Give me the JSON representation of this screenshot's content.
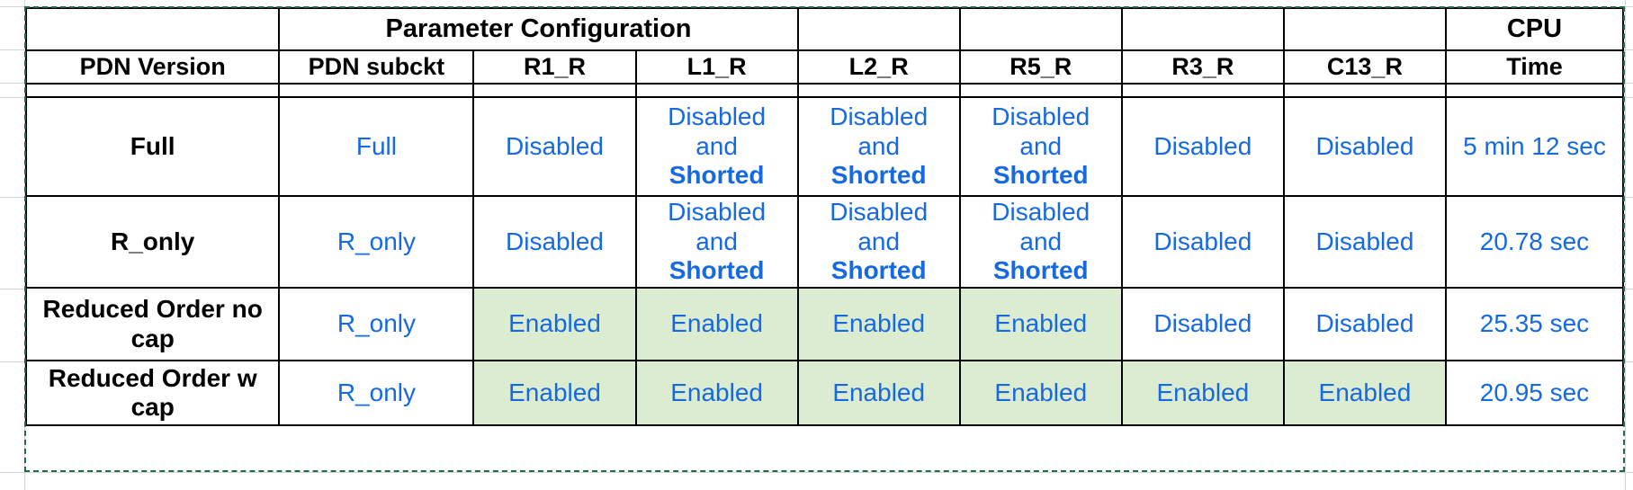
{
  "table": {
    "group_header": {
      "parameter_configuration": "Parameter Configuration",
      "cpu": "CPU"
    },
    "columns": [
      {
        "key": "version",
        "label": "PDN Version"
      },
      {
        "key": "subckt",
        "label": "PDN subckt"
      },
      {
        "key": "r1",
        "label": "R1_R"
      },
      {
        "key": "l1",
        "label": "L1_R"
      },
      {
        "key": "l2",
        "label": "L2_R"
      },
      {
        "key": "r5",
        "label": "R5_R"
      },
      {
        "key": "r3",
        "label": "R3_R"
      },
      {
        "key": "c13",
        "label": "C13_R"
      },
      {
        "key": "cpu",
        "label": "Time"
      }
    ],
    "rows": [
      {
        "version": "Full",
        "subckt": "Full",
        "r1": "Disabled",
        "l1_line1": "Disabled",
        "l1_line2": "and",
        "l1_line3": "Shorted",
        "l2_line1": "Disabled",
        "l2_line2": "and",
        "l2_line3": "Shorted",
        "r5_line1": "Disabled",
        "r5_line2": "and",
        "r5_line3": "Shorted",
        "r3": "Disabled",
        "c13": "Disabled",
        "cpu": "5 min 12 sec"
      },
      {
        "version": "R_only",
        "subckt": "R_only",
        "r1": "Disabled",
        "l1_line1": "Disabled",
        "l1_line2": "and",
        "l1_line3": "Shorted",
        "l2_line1": "Disabled",
        "l2_line2": "and",
        "l2_line3": "Shorted",
        "r5_line1": "Disabled",
        "r5_line2": "and",
        "r5_line3": "Shorted",
        "r3": "Disabled",
        "c13": "Disabled",
        "cpu": "20.78 sec"
      },
      {
        "version": "Reduced Order no cap",
        "subckt": "R_only",
        "r1": "Enabled",
        "l1": "Enabled",
        "l2": "Enabled",
        "r5": "Enabled",
        "r3": "Disabled",
        "c13": "Disabled",
        "cpu": "25.35 sec"
      },
      {
        "version": "Reduced Order w cap",
        "subckt": "R_only",
        "r1": "Enabled",
        "l1": "Enabled",
        "l2": "Enabled",
        "r5": "Enabled",
        "r3": "Enabled",
        "c13": "Enabled",
        "cpu": "20.95 sec"
      }
    ]
  },
  "colors": {
    "value_blue": "#1769e0",
    "highlight_green": "#dcecd0",
    "selection_border": "#1e6b45",
    "grid_line": "#000000"
  }
}
